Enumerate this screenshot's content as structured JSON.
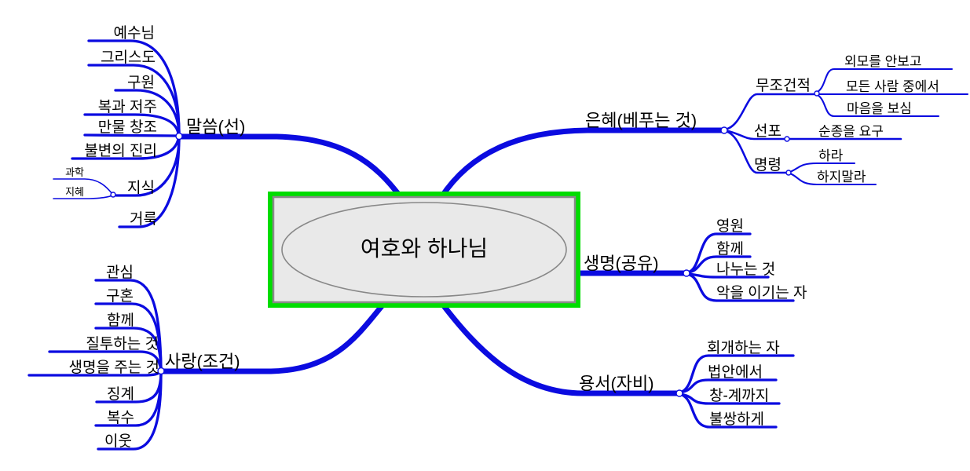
{
  "center": {
    "label": "여호와 하나님"
  },
  "colors": {
    "branch_blue": "#0b0be0",
    "center_border_green": "#00dd00",
    "center_inner_border_gray": "#8a8a8a",
    "center_fill": "#e9e9e9",
    "ellipse_gray": "#888888",
    "text": "#000000",
    "background": "#ffffff"
  },
  "branches": [
    {
      "label": "말씀(선)",
      "children": [
        {
          "label": "예수님"
        },
        {
          "label": "그리스도"
        },
        {
          "label": "구원"
        },
        {
          "label": "복과 저주"
        },
        {
          "label": "만물 창조"
        },
        {
          "label": "불변의 진리"
        },
        {
          "label": "지식",
          "children": [
            {
              "label": "과학"
            },
            {
              "label": "지혜"
            }
          ]
        },
        {
          "label": "거룩"
        }
      ]
    },
    {
      "label": "은혜(베푸는 것)",
      "children": [
        {
          "label": "무조건적",
          "children": [
            {
              "label": "외모를 안보고"
            },
            {
              "label": "모든 사람 중에서"
            },
            {
              "label": "마음을 보심"
            }
          ]
        },
        {
          "label": "선포",
          "children": [
            {
              "label": "순종을 요구"
            }
          ]
        },
        {
          "label": "명령",
          "children": [
            {
              "label": "하라"
            },
            {
              "label": "하지말라"
            }
          ]
        }
      ]
    },
    {
      "label": "생명(공유)",
      "children": [
        {
          "label": "영원"
        },
        {
          "label": "함께"
        },
        {
          "label": "나누는 것"
        },
        {
          "label": "악을 이기는 자"
        }
      ]
    },
    {
      "label": "사랑(조건)",
      "children": [
        {
          "label": "관심"
        },
        {
          "label": "구혼"
        },
        {
          "label": "함께"
        },
        {
          "label": "질투하는 것"
        },
        {
          "label": "생명을 주는 것"
        },
        {
          "label": "징계"
        },
        {
          "label": "복수"
        },
        {
          "label": "이웃"
        }
      ]
    },
    {
      "label": "용서(자비)",
      "children": [
        {
          "label": "회개하는 자"
        },
        {
          "label": "법안에서"
        },
        {
          "label": "창-계까지"
        },
        {
          "label": "불쌍하게"
        }
      ]
    }
  ]
}
